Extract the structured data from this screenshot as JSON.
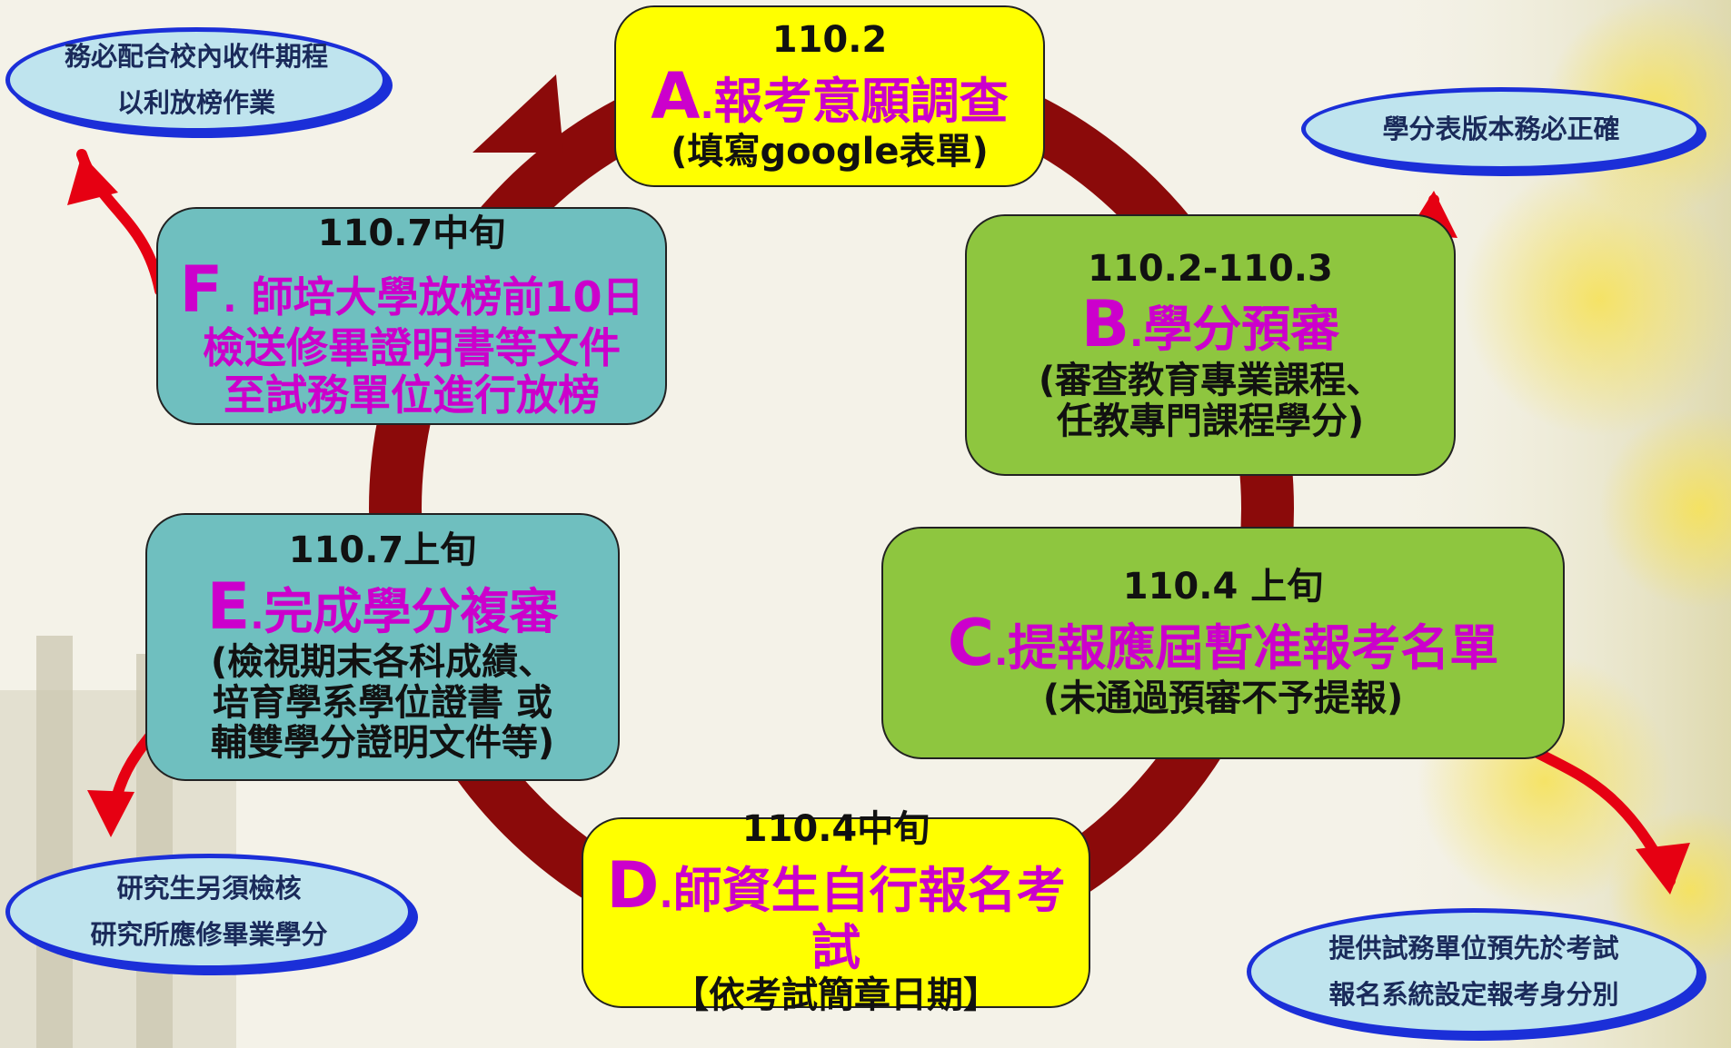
{
  "steps": {
    "a": {
      "date": "110.2",
      "letter": "A",
      "title": "報考意願調查",
      "sub": "(填寫google表單)"
    },
    "b": {
      "date": "110.2-110.3",
      "letter": "B",
      "title": "學分預審",
      "sub1": "(審查教育專業課程、",
      "sub2": "任教專門課程學分)"
    },
    "c": {
      "date": "110.4 上旬",
      "letter": "C",
      "title": "提報應屆暫准報考名單",
      "sub": "(未通過預審不予提報)"
    },
    "d": {
      "date": "110.4中旬",
      "letter": "D",
      "title": "師資生自行報名考試",
      "sub": "【依考試簡章日期】"
    },
    "e": {
      "date": "110.7上旬",
      "letter": "E",
      "title": "完成學分複審",
      "sub1": "(檢視期末各科成績、",
      "sub2": "培育學系學位證書 或",
      "sub3": "輔雙學分證明文件等)"
    },
    "f": {
      "date": "110.7中旬",
      "letter": "F",
      "title1": " 師培大學放榜前10日",
      "title2": "檢送修畢證明書等文件",
      "title3": "至試務單位進行放榜"
    }
  },
  "notes": {
    "top_left": {
      "line1": "務必配合校內收件期程",
      "line2": "以利放榜作業"
    },
    "top_right": {
      "line1": "學分表版本務必正確"
    },
    "bottom_left": {
      "line1": "研究生另須檢核",
      "line2": "研究所應修畢業學分"
    },
    "bottom_right": {
      "line1": "提供試務單位預先於考試",
      "line2": "報名系統設定報考身分別"
    }
  },
  "colors": {
    "cycle": "#8b0a0a",
    "callout_arrow": "#e60012",
    "note_border": "#1b2fd8",
    "note_fill": "#bfe4ee",
    "title_magenta": "#cc00cc"
  }
}
